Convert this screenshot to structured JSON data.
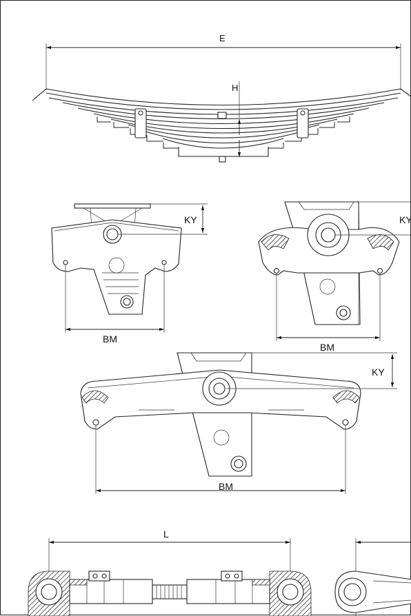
{
  "labels": {
    "spring_length": "E",
    "spring_height": "H",
    "hanger_small_ky": "KY",
    "hanger_small_bm": "BM",
    "hanger_medium_ky": "KY",
    "hanger_medium_bm": "BM",
    "equalizer_ky": "KY",
    "equalizer_bm": "BM",
    "torque_rod_length": "L"
  }
}
